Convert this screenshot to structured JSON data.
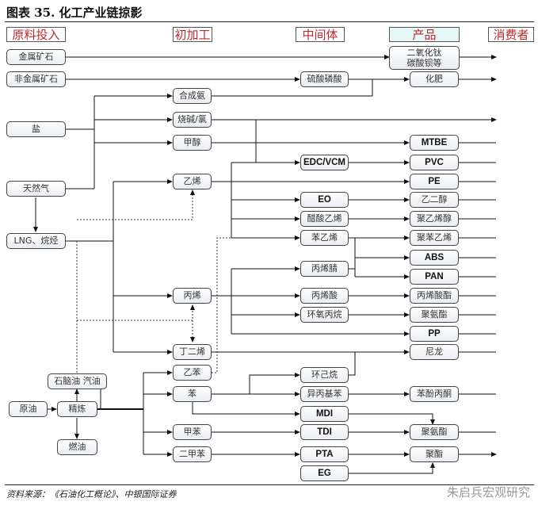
{
  "title": "图表 35. 化工产业链掠影",
  "headers": [
    "原料投入",
    "初加工",
    "中间体",
    "产品",
    "消费者"
  ],
  "raw": {
    "metal": "金属矿石",
    "nonmetal": "非金属矿石",
    "salt": "盐",
    "gas": "天然气",
    "lng": "LNG、烷烃",
    "crude": "原油",
    "refine": "精炼",
    "naphtha": "石脑油 汽油",
    "fuel": "燃油"
  },
  "primary": {
    "ammonia": "合成氨",
    "caustic": "烧碱/氯",
    "methanol": "甲醇",
    "ethylene": "乙烯",
    "propylene": "丙烯",
    "butadiene": "丁二烯",
    "ethylbenzene": "乙苯",
    "benzene": "苯",
    "toluene": "甲苯",
    "xylene": "二甲苯"
  },
  "intermediate": {
    "acid": "硫酸磷酸",
    "edc": "EDC/VCM",
    "eo": "EO",
    "vac": "醋酸乙烯",
    "styrene": "苯乙烯",
    "acn": "丙烯腈",
    "acrylic": "丙烯酸",
    "po": "环氧丙烷",
    "cyclohexane": "环己烷",
    "cumene": "异丙基苯",
    "mdi": "MDI",
    "tdi": "TDI",
    "pta": "PTA",
    "eg": "EG"
  },
  "products": {
    "tio2_1": "二氧化钛",
    "tio2_2": "碳酸钡等",
    "fertilizer": "化肥",
    "mtbe": "MTBE",
    "pvc": "PVC",
    "pe": "PE",
    "meg": "乙二醇",
    "pva": "聚乙烯醇",
    "ps": "聚苯乙烯",
    "abs": "ABS",
    "pan": "PAN",
    "acrylate": "丙烯酸酯",
    "pu1": "聚氨酯",
    "pp": "PP",
    "nylon": "尼龙",
    "phenol": "苯酚丙酮",
    "pu2": "聚氨酯",
    "polyester": "聚酯"
  },
  "source": "资料来源：《石油化工概论》、中银国际证券",
  "watermark": "朱启兵宏观研究"
}
